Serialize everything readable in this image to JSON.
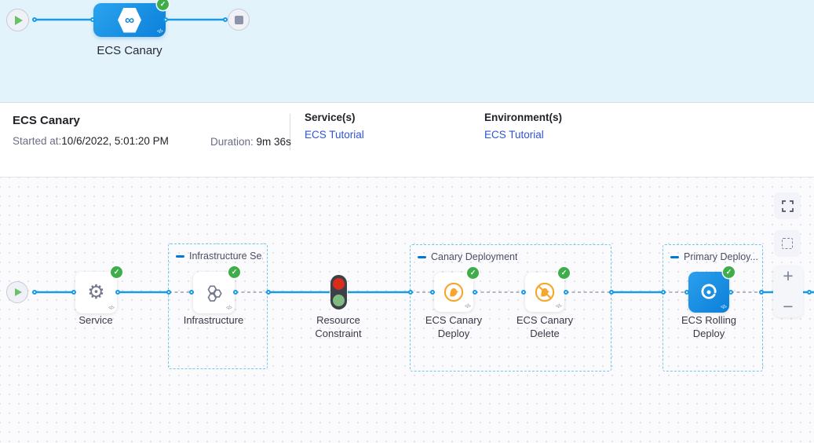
{
  "icons": {
    "infinity": "∞",
    "code": "</>",
    "check": "✓",
    "gear": "⚙",
    "plus": "+",
    "minus": "−"
  },
  "colors": {
    "band_background": "#e3f3fb",
    "connector_blue": "#189ae4",
    "node_blue": "#0c80da",
    "success_green": "#3fae4a",
    "link_blue": "#2f54d1",
    "canary_amber": "#f5a62b",
    "group_border": "#6ec8f2"
  },
  "top_graph": {
    "stage_label": "ECS Canary"
  },
  "summary": {
    "title": "ECS Canary",
    "started_label": "Started at:",
    "started_value": " 10/6/2022, 5:01:20 PM",
    "duration_label": "Duration:",
    "duration_value": " 9m 36s",
    "services_label": "Service(s)",
    "services_link": "ECS Tutorial",
    "environments_label": "Environment(s)",
    "environments_link": "ECS Tutorial"
  },
  "execution": {
    "groups": [
      {
        "label": "Infrastructure Se..."
      },
      {
        "label": "Canary Deployment"
      },
      {
        "label": "Primary Deploy..."
      }
    ],
    "nodes": [
      {
        "label": "Service"
      },
      {
        "label": "Infrastructure"
      },
      {
        "label": "Resource Constraint"
      },
      {
        "label": "ECS Canary Deploy"
      },
      {
        "label": "ECS Canary Delete"
      },
      {
        "label": "ECS Rolling Deploy"
      }
    ]
  }
}
